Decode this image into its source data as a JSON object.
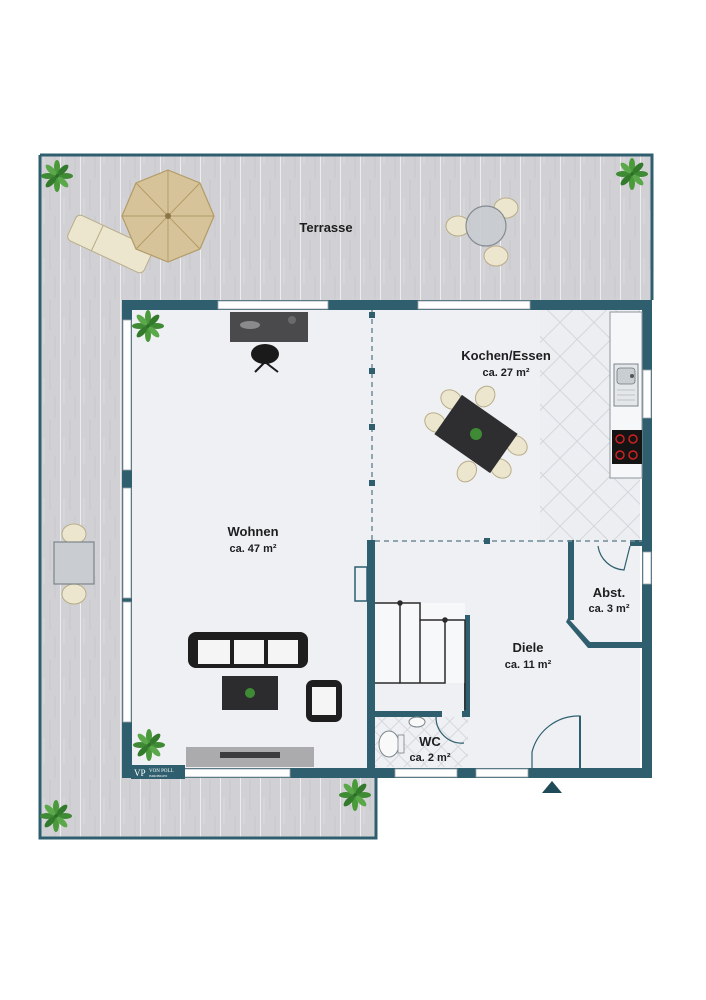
{
  "rooms": {
    "terrasse": {
      "name": "Terrasse"
    },
    "kochen": {
      "name": "Kochen/Essen",
      "area": "ca. 27 m²"
    },
    "wohnen": {
      "name": "Wohnen",
      "area": "ca. 47 m²"
    },
    "abst": {
      "name": "Abst.",
      "area": "ca. 3 m²"
    },
    "diele": {
      "name": "Diele",
      "area": "ca. 11 m²"
    },
    "wc": {
      "name": "WC",
      "area": "ca. 2 m²"
    }
  },
  "logo": {
    "mark": "VP",
    "text": "VON POLL",
    "subtext": "IMMOBILIEN"
  },
  "colors": {
    "wall": "#2f5f6e",
    "floor": "#eef0f4",
    "deck": "#cfcfd3",
    "tile": "#e9ebef",
    "furniture_dark": "#3a3a3a",
    "cushion": "#ece6cf",
    "umbrella": "#d6c39a",
    "plant": "#3f8a34"
  },
  "icons": [
    "plant-icon",
    "sun-umbrella-icon",
    "lounger-icon",
    "dining-table-icon",
    "sofa-icon",
    "armchair-icon",
    "desk-icon",
    "office-chair-icon",
    "tv-board-icon",
    "sink-icon",
    "cooktop-icon",
    "toilet-icon",
    "staircase-icon",
    "entrance-arrow-icon"
  ]
}
